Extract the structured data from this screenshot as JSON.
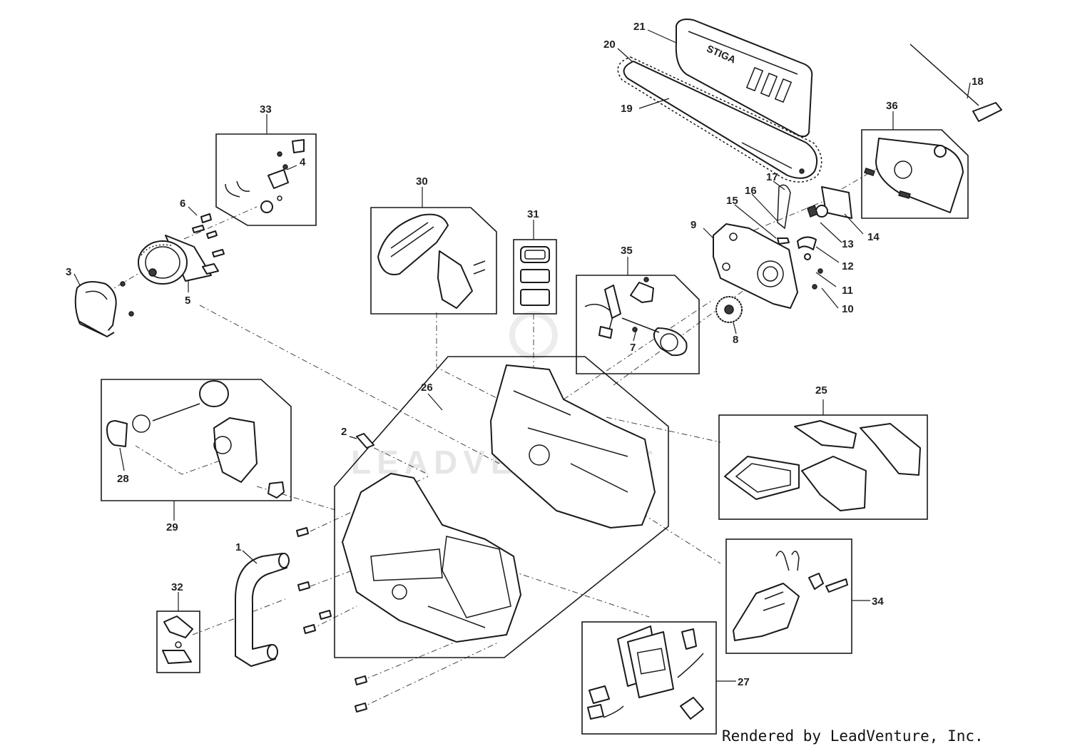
{
  "watermark": "LEADVENTURE",
  "credit": "Rendered by LeadVenture, Inc.",
  "bar_brand": "STIGA",
  "colors": {
    "line": "#1a1a1a",
    "background": "#ffffff",
    "watermark": "#e6e6e6"
  },
  "callouts": {
    "c1": "1",
    "c2": "2",
    "c3": "3",
    "c4": "4",
    "c5": "5",
    "c6": "6",
    "c7": "7",
    "c8": "8",
    "c9": "9",
    "c10": "10",
    "c11": "11",
    "c12": "12",
    "c13": "13",
    "c14": "14",
    "c15": "15",
    "c16": "16",
    "c17": "17",
    "c18": "18",
    "c19": "19",
    "c20": "20",
    "c21": "21",
    "c25": "25",
    "c26": "26",
    "c27": "27",
    "c28": "28",
    "c29": "29",
    "c30": "30",
    "c31": "31",
    "c32": "32",
    "c33": "33",
    "c34": "34",
    "c35": "35",
    "c36": "36"
  }
}
